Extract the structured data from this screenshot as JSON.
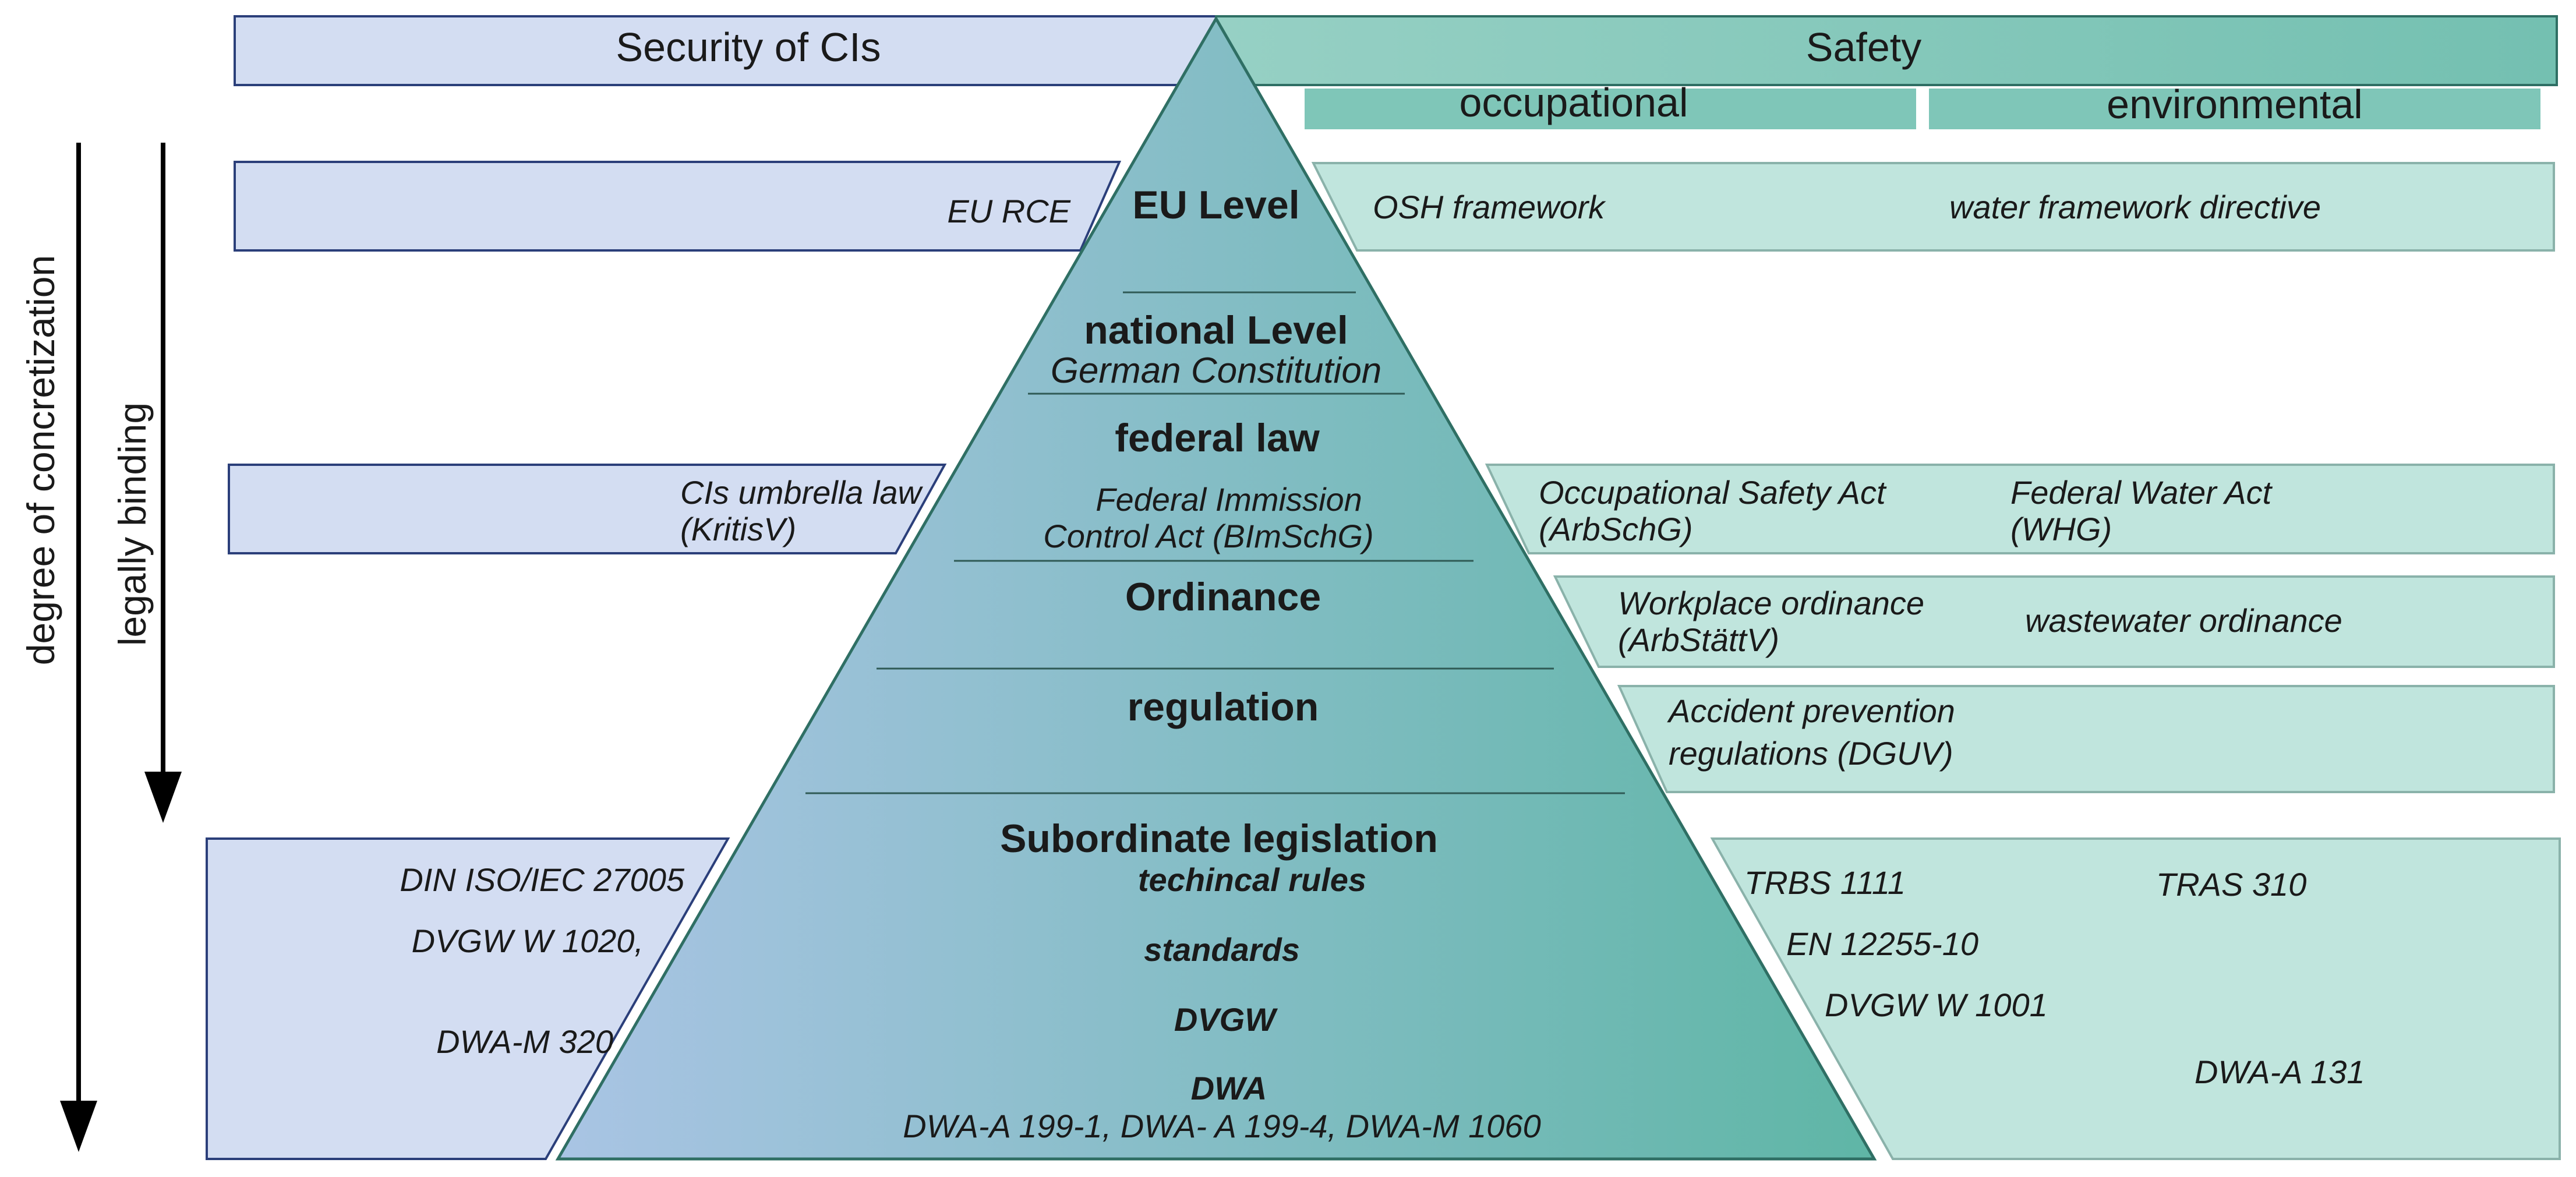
{
  "header": {
    "security": "Security of CIs",
    "safety": "Safety",
    "occupational": "occupational",
    "environmental": "environmental"
  },
  "axes": {
    "concretization": "degree of concretization",
    "binding": "legally binding"
  },
  "pyramid": {
    "eu_level": "EU Level",
    "national_level": "national Level",
    "german_constitution": "German Constitution",
    "federal_law": "federal law",
    "bimschg_line1": "Federal Immission",
    "bimschg_line2": "Control Act (BImSchG)",
    "ordinance": "Ordinance",
    "regulation": "regulation",
    "subordinate": "Subordinate legislation",
    "tech_rules": "techincal rules",
    "standards": "standards",
    "dvgw": "DVGW",
    "dwa": "DWA",
    "dwa_list": "DWA-A 199-1, DWA- A 199-4, DWA-M 1060"
  },
  "security": {
    "eu_rce": "EU RCE",
    "umbrella_line1": "CIs umbrella law",
    "umbrella_line2": "(KritisV)",
    "din_iso": "DIN ISO/IEC 27005",
    "dvgw_w1020": "DVGW W 1020,",
    "dwa_m320": "DWA-M 320"
  },
  "safety": {
    "osh": "OSH framework",
    "water_framework": "water framework directive",
    "osa_line1": "Occupational  Safety Act",
    "osa_line2": "(ArbSchG)",
    "fwa_line1": "Federal Water Act",
    "fwa_line2": "(WHG)",
    "workplace_line1": "Workplace ordinance",
    "workplace_line2": "(ArbStättV)",
    "wastewater": "wastewater ordinance",
    "accident_line1": "Accident prevention",
    "accident_line2": "regulations (DGUV)",
    "trbs": "TRBS  1111",
    "tras": "TRAS 310",
    "en12255": "EN 12255-10",
    "dvgw_w1001": "DVGW W 1001",
    "dwa_a131": "DWA-A 131"
  },
  "colors": {
    "security_fill": "#d3ddf2",
    "security_stroke": "#2b3f7a",
    "safety_header": "#7fc6b8",
    "safety_fill": "#c0e5dd",
    "safety_stroke": "#8ab2aa",
    "pyramid_left": "#a9c4e4",
    "pyramid_right": "#5fb6a6"
  }
}
